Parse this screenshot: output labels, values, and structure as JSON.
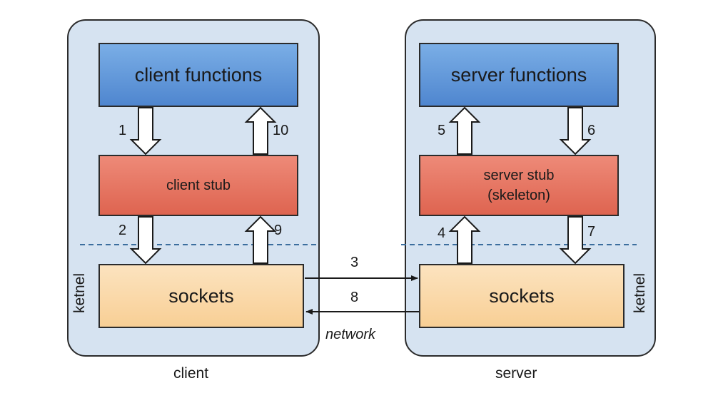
{
  "client": {
    "functions": "client functions",
    "stub": "client stub",
    "sockets": "sockets",
    "kernel": "ketnel",
    "caption": "client"
  },
  "server": {
    "functions": "server functions",
    "stub": "server stub\n(skeleton)",
    "sockets": "sockets",
    "kernel": "ketnel",
    "caption": "server"
  },
  "steps": [
    "1",
    "2",
    "3",
    "4",
    "5",
    "6",
    "7",
    "8",
    "9",
    "10"
  ],
  "network": "network",
  "colors": {
    "panel": "#d6e3f1",
    "functions": "#5f95d9",
    "stub": "#e6735f",
    "sockets": "#fad8a8",
    "divider": "#3c6e9e"
  }
}
